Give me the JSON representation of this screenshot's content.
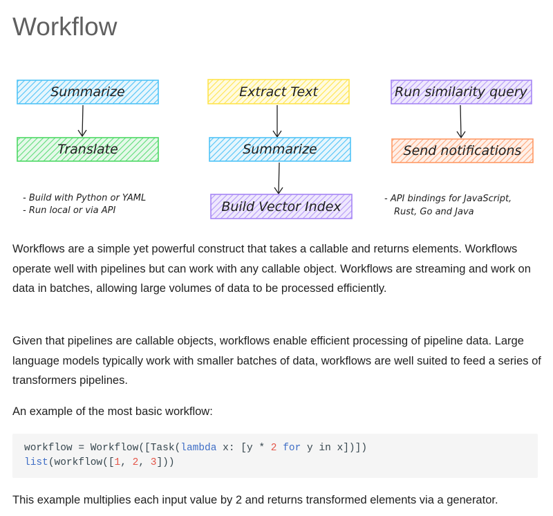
{
  "page": {
    "title": "Workflow"
  },
  "diagram": {
    "columns": [
      {
        "boxes": [
          "Summarize",
          "Translate"
        ],
        "notes": [
          "- Build with Python or YAML",
          "- Run local or via API"
        ]
      },
      {
        "boxes": [
          "Extract Text",
          "Summarize",
          "Build Vector Index"
        ],
        "notes": []
      },
      {
        "boxes": [
          "Run similarity query",
          "Send notifications"
        ],
        "notes": [
          "- API bindings for JavaScript,",
          "Rust, Go and Java"
        ]
      }
    ],
    "colors": {
      "blue": "#4fc3f7",
      "green": "#4cd964",
      "yellow": "#ffe44d",
      "purple": "#a685f5",
      "orange": "#ff9a66",
      "stroke": "#1e1e1e"
    }
  },
  "paragraphs": [
    "Workflows are a simple yet powerful construct that takes a callable and returns elements. Workflows operate well with pipelines but can work with any callable object. Workflows are streaming and work on data in batches, allowing large volumes of data to be processed efficiently.",
    "Given that pipelines are callable objects, workflows enable efficient processing of pipeline data. Large language models typically work with smaller batches of data, workflows are well suited to feed a series of transformers pipelines.",
    "An example of the most basic workflow:",
    "This example multiplies each input value by 2 and returns transformed elements via a generator."
  ],
  "code": {
    "line1": {
      "a": "workflow = Workflow([Task(",
      "kw1": "lambda",
      "b": " x: [y * ",
      "n1": "2",
      "c": " ",
      "kw2": "for",
      "d": " y in x])])"
    },
    "line2": {
      "kw": "list",
      "a": "(workflow([",
      "n1": "1",
      "b": ", ",
      "n2": "2",
      "c": ", ",
      "n3": "3",
      "d": "]))"
    }
  }
}
